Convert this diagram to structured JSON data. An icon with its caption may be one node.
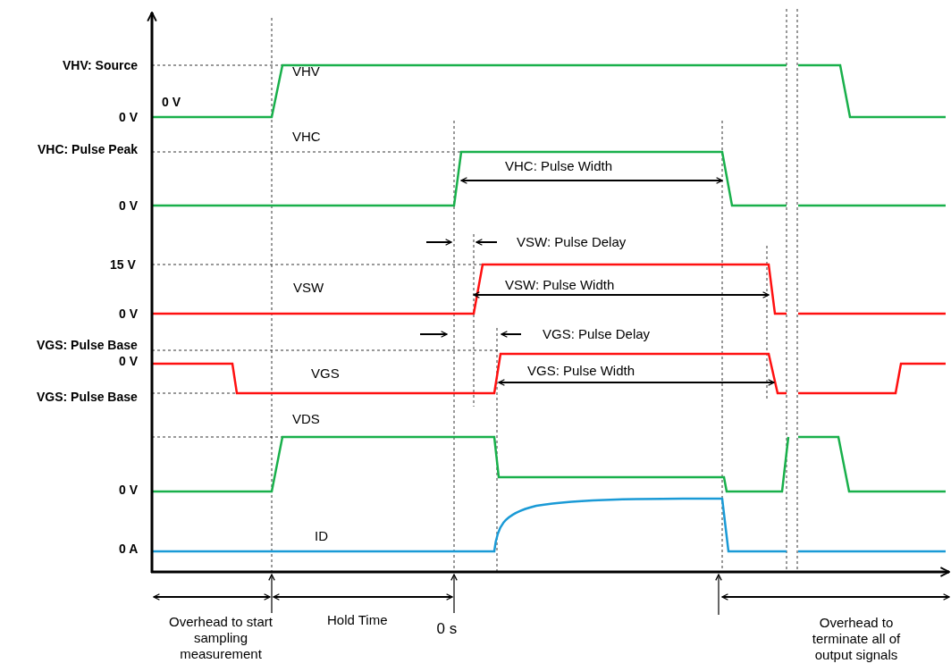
{
  "diagram": {
    "labels": [
      "VHV: Source",
      "VHV",
      "0 V",
      "0 V",
      "VHC",
      "VHC: Pulse Peak",
      "VHC: Pulse Width",
      "0 V",
      "VSW: Pulse Delay",
      "15 V",
      "VSW: Pulse Width",
      "VSW",
      "0 V",
      "VGS: Pulse Delay",
      "VGS: Pulse Base",
      "0 V",
      "VGS: Pulse Width",
      "VGS",
      "VGS: Pulse Base",
      "VDS",
      "0 V",
      "ID",
      "0 A",
      "Overhead to start sampling measurement",
      "Hold Time",
      "0 s",
      "Overhead to terminate all of output signals"
    ]
  }
}
